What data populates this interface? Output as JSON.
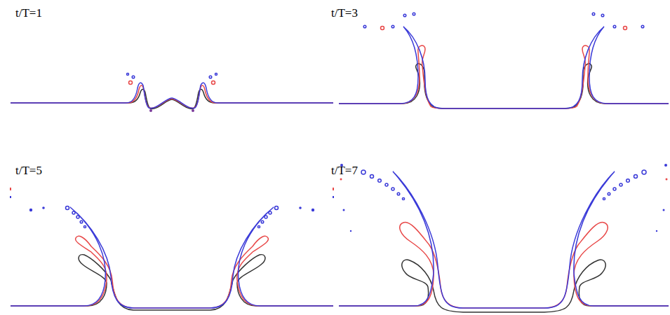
{
  "diagram": {
    "labels": [
      "t/T=1",
      "t/T=3",
      "t/T=5",
      "t/T=7"
    ]
  }
}
